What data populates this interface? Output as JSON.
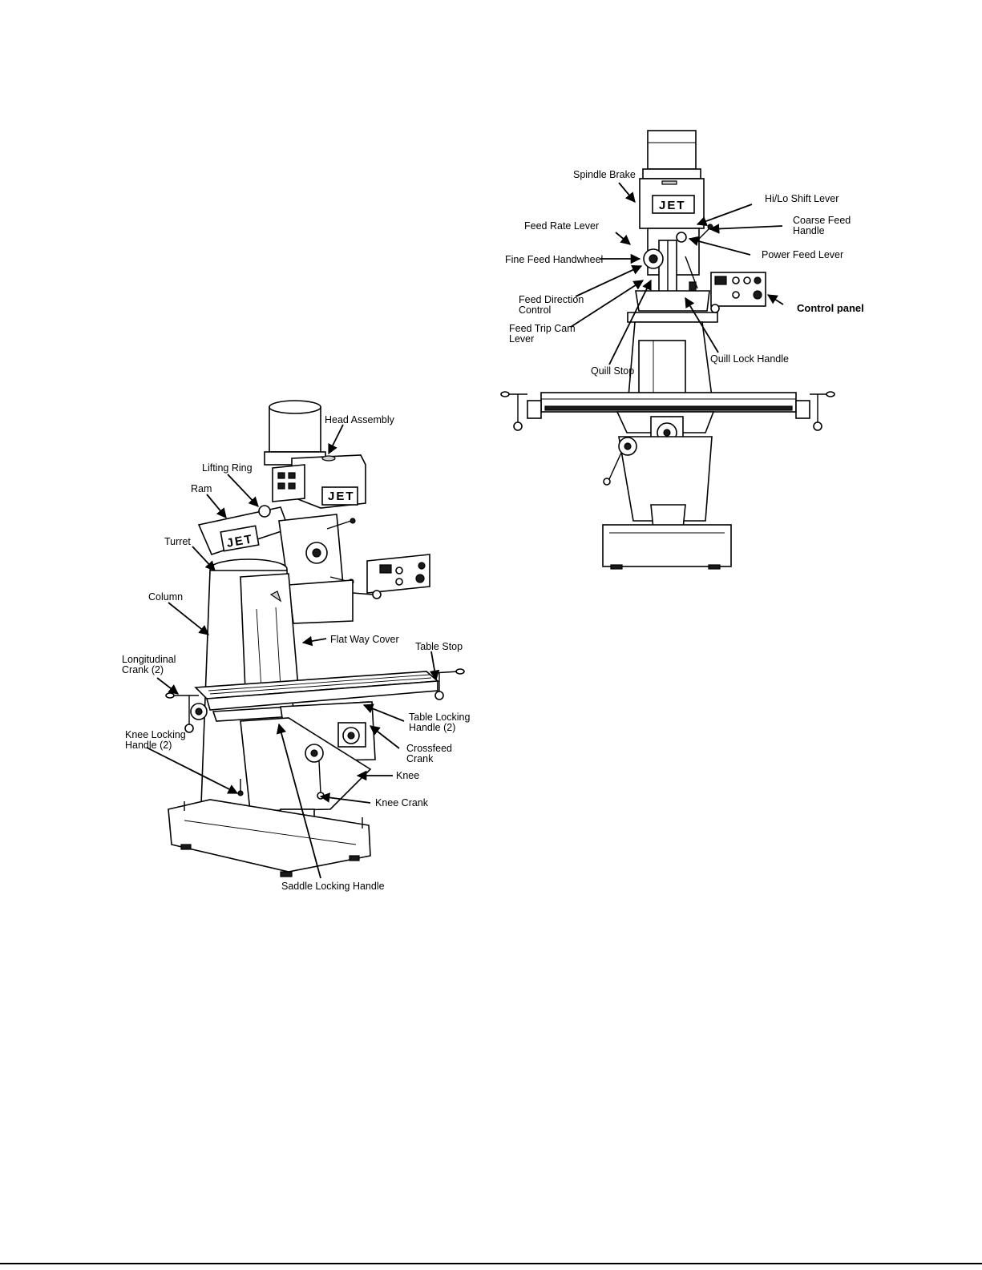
{
  "front_view": {
    "logo": "JET",
    "labels": {
      "spindle_brake": "Spindle Brake",
      "hi_lo_shift_lever": "Hi/Lo Shift Lever",
      "coarse_feed_handle_1": "Coarse Feed",
      "coarse_feed_handle_2": "Handle",
      "feed_rate_lever": "Feed Rate Lever",
      "power_feed_lever": "Power Feed Lever",
      "fine_feed_handwheel": "Fine Feed Handwheel",
      "control_panel": "Control panel",
      "feed_direction_control_1": "Feed Direction",
      "feed_direction_control_2": "Control",
      "feed_trip_cam_lever_1": "Feed Trip Cam",
      "feed_trip_cam_lever_2": "Lever",
      "quill_lock_handle": "Quill Lock Handle",
      "quill_stop": "Quill Stop"
    }
  },
  "iso_view": {
    "logo": "JET",
    "labels": {
      "head_assembly": "Head Assembly",
      "lifting_ring": "Lifting Ring",
      "ram": "Ram",
      "turret": "Turret",
      "column": "Column",
      "flat_way_cover": "Flat Way Cover",
      "table_stop": "Table Stop",
      "longitudinal_crank_1": "Longitudinal",
      "longitudinal_crank_2": "Crank (2)",
      "table_locking_handle_1": "Table Locking",
      "table_locking_handle_2": "Handle (2)",
      "knee_locking_handle_1": "Knee Locking",
      "knee_locking_handle_2": "Handle (2)",
      "crossfeed_crank_1": "Crossfeed",
      "crossfeed_crank_2": "Crank",
      "knee": "Knee",
      "knee_crank": "Knee Crank",
      "saddle_locking_handle": "Saddle Locking Handle"
    }
  }
}
